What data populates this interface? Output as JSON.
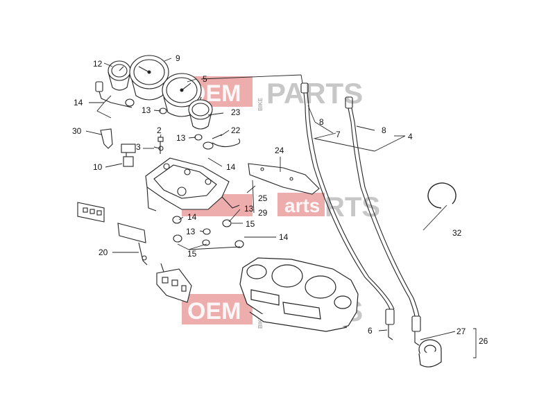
{
  "watermark": {
    "oem": "OEM",
    "bike": "BIKE",
    "parts": "PARTS",
    "arts": "arts"
  },
  "callouts": {
    "c2": "2",
    "c3": "3",
    "c4": "4",
    "c5": "5",
    "c6": "6",
    "c7": "7",
    "c8a": "8",
    "c8b": "8",
    "c9": "9",
    "c10": "10",
    "c12": "12",
    "c13a": "13",
    "c13b": "13",
    "c13c": "13",
    "c13d": "13",
    "c14a": "14",
    "c14b": "14",
    "c14c": "14",
    "c14d": "14",
    "c15a": "15",
    "c15b": "15",
    "c20": "20",
    "c22": "22",
    "c23": "23",
    "c24": "24",
    "c25": "25",
    "c26": "26",
    "c27": "27",
    "c29": "29",
    "c30": "30",
    "c32": "32"
  }
}
